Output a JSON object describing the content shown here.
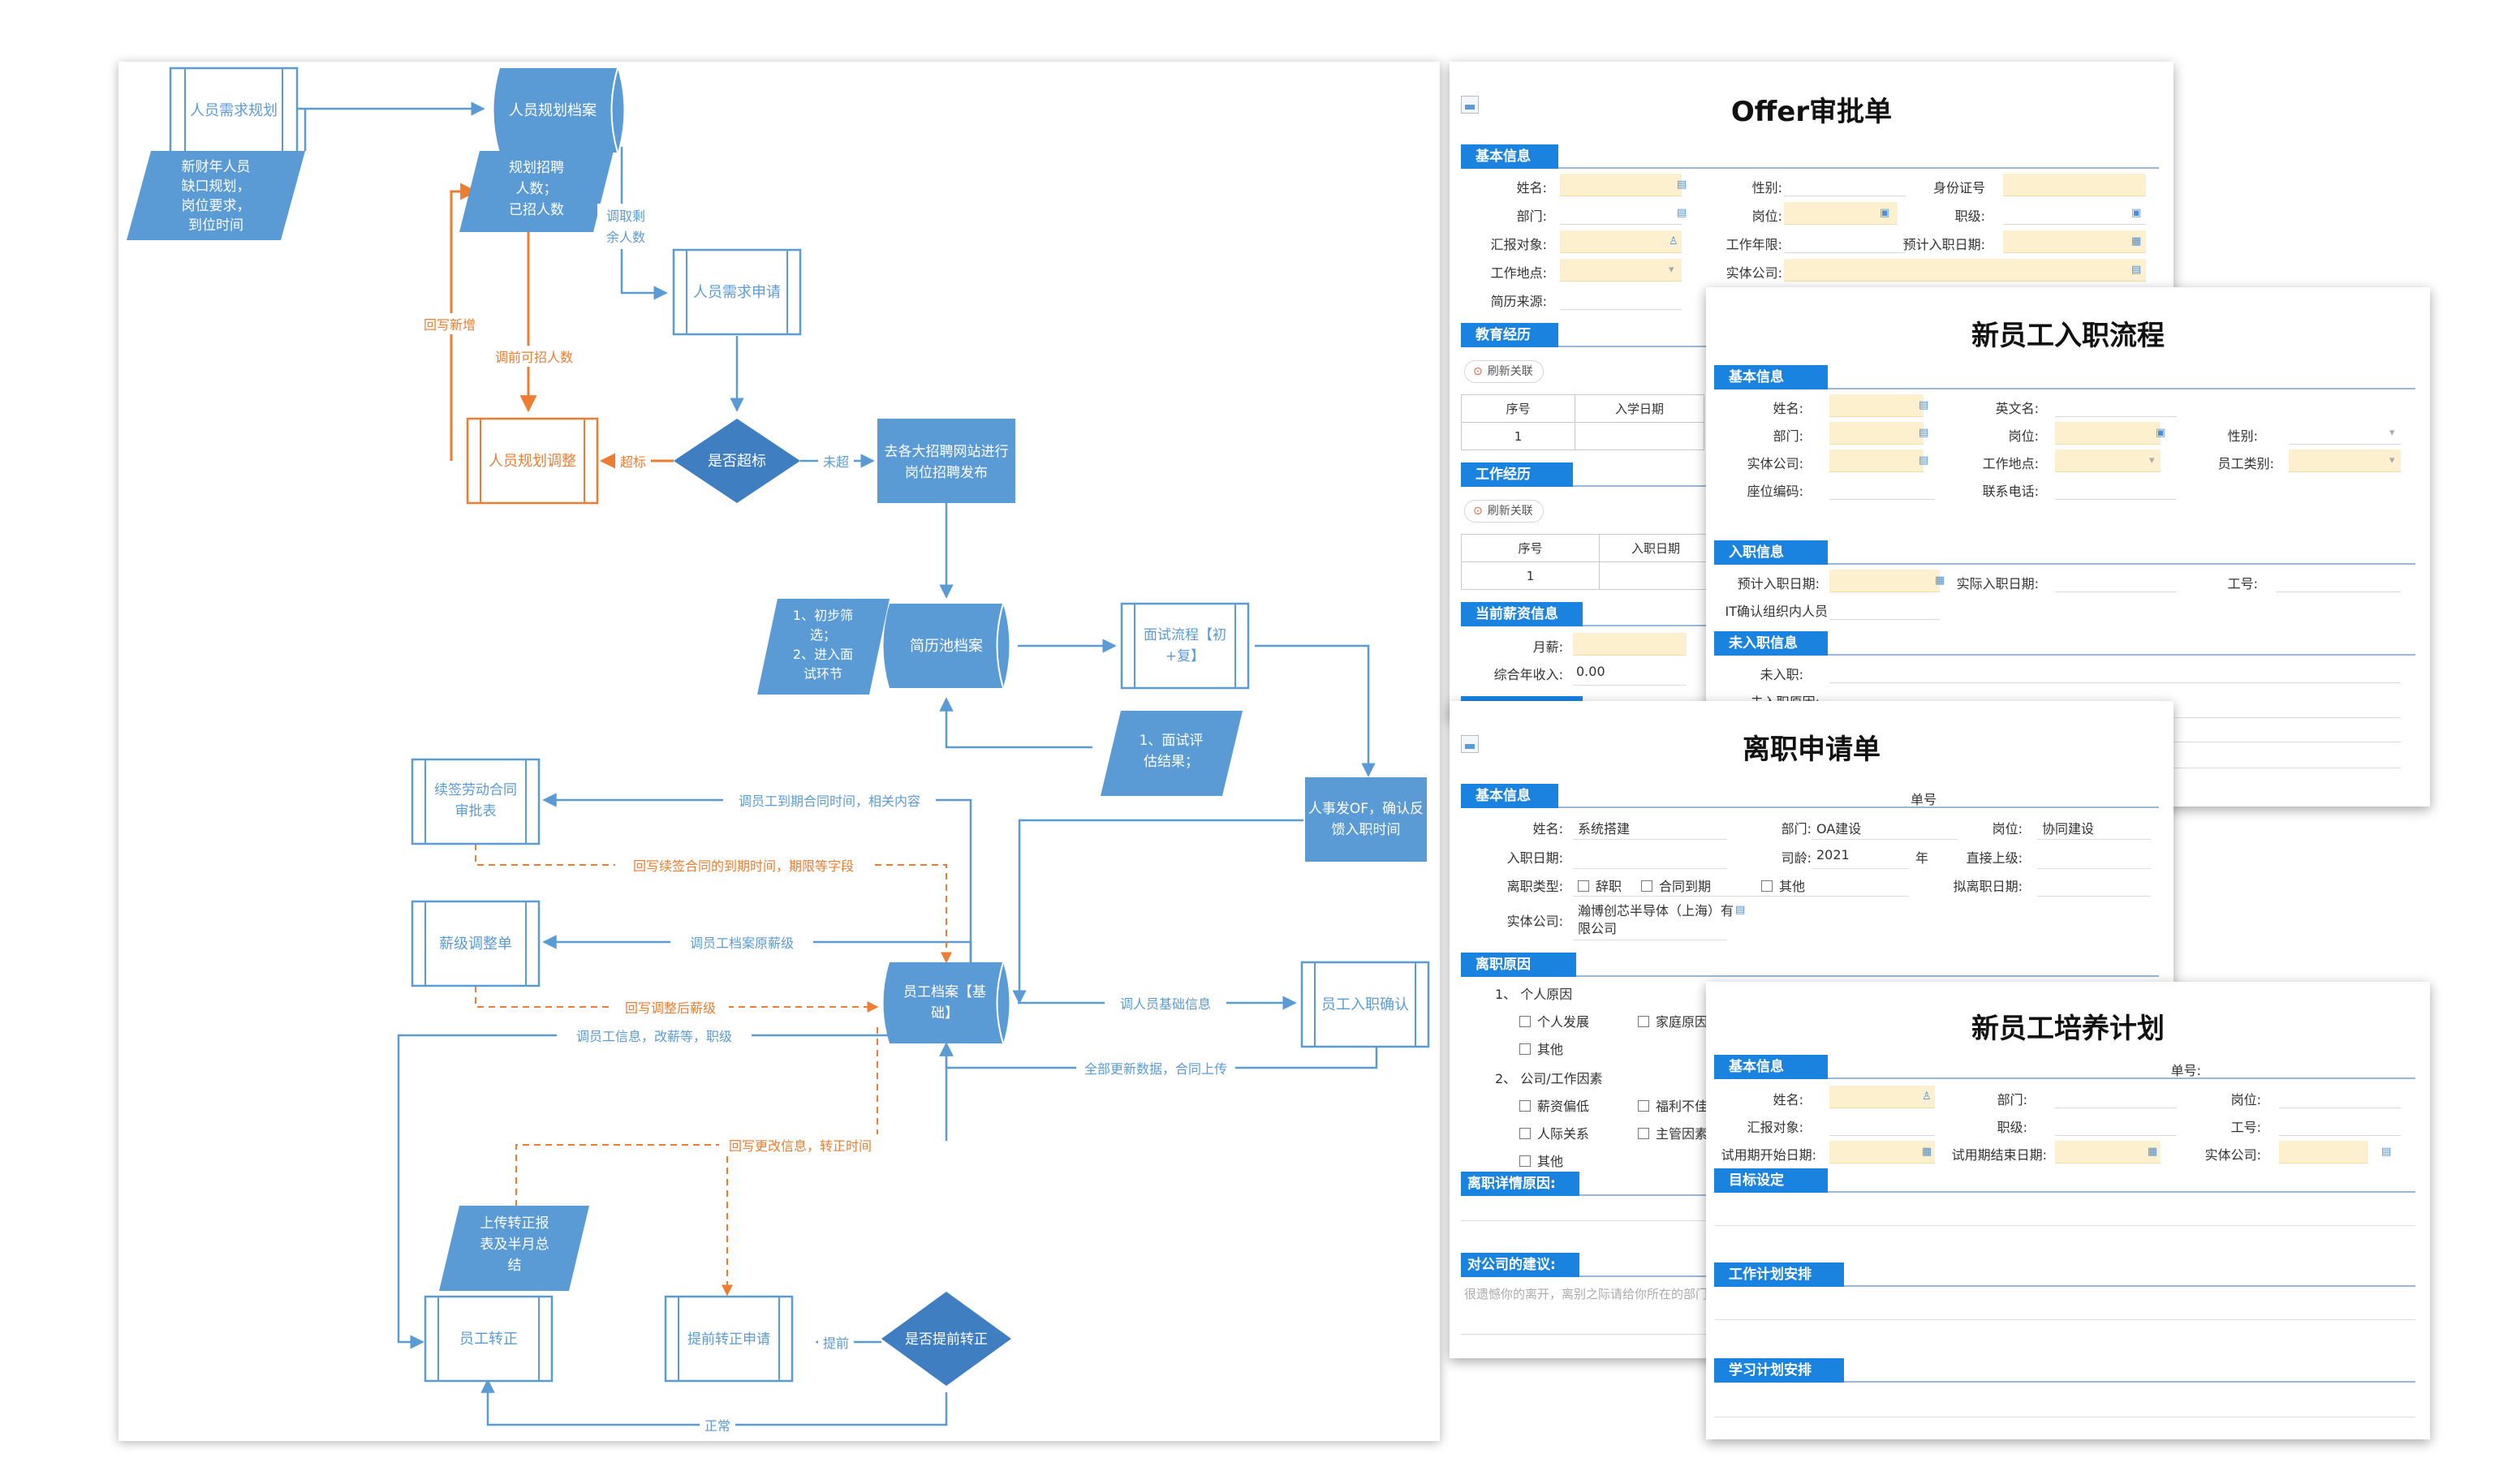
{
  "flow": {
    "nodes": {
      "n1": "人员需求规划",
      "n2": "人员规划档案",
      "n3": "新财年人员\n缺口规划，\n岗位要求，\n到位时间",
      "n4": "规划招聘\n人数；\n已招人数",
      "n5": "人员需求申请",
      "n6": "人员规划调整",
      "n7": "是否超标",
      "n8": "去各大招聘网站进行\n岗位招聘发布",
      "n9": "1、初步筛\n选；\n2、进入面\n试环节",
      "n10": "简历池档案",
      "n11": "面试流程【初\n+复】",
      "n12": "1、面试评\n估结果；",
      "n13": "人事发OF，确认反\n馈入职时间",
      "n14": "续签劳动合同\n审批表",
      "n15": "薪级调整单",
      "n16": "员工档案【基\n础】",
      "n17": "员工入职确认",
      "n18": "上传转正报\n表及半月总\n结",
      "n19": "员工转正",
      "n20": "提前转正申请",
      "n21": "是否提前转正"
    },
    "edges": {
      "e1": "调取剩\n余人数",
      "e2": "回写新增",
      "e3": "调前可招人数",
      "e4": "超标",
      "e5": "未超",
      "e6": "调员工到期合同时间，相关内容",
      "e7": "回写续签合同的到期时间，期限等字段",
      "e8": "调员工档案原薪级",
      "e9": "回写调整后薪级",
      "e10": "调员工信息，改薪等，职级",
      "e11": "调人员基础信息",
      "e12": "全部更新数据，合同上传",
      "e13": "回写更改信息，转正时间",
      "e14": "提前",
      "e15": "正常"
    }
  },
  "offer": {
    "title": "Offer审批单",
    "s_basic": "基本信息",
    "f_name": "姓名:",
    "f_gender": "性别:",
    "f_id": "身份证号",
    "f_dept": "部门:",
    "f_post": "岗位:",
    "f_level": "职级:",
    "f_report": "汇报对象:",
    "f_years": "工作年限:",
    "f_expdate": "预计入职日期:",
    "f_place": "工作地点:",
    "f_company": "实体公司:",
    "f_source": "简历来源:",
    "s_edu": "教育经历",
    "refresh1": "刷新关联",
    "t1_h1": "序号",
    "t1_h2": "入学日期",
    "t1_r1": "1",
    "s_work": "工作经历",
    "refresh2": "刷新关联",
    "t2_h1": "序号",
    "t2_h2": "入职日期",
    "t2_r1": "1",
    "s_salary": "当前薪资信息",
    "f_month": "月薪:",
    "f_annual": "综合年收入:",
    "v_annual": "0.00"
  },
  "onboard": {
    "title": "新员工入职流程",
    "s_basic": "基本信息",
    "f_name": "姓名:",
    "f_en": "英文名:",
    "f_dept": "部门:",
    "f_post": "岗位:",
    "f_gender": "性别:",
    "f_company": "实体公司:",
    "f_place": "工作地点:",
    "f_type": "员工类别:",
    "f_seat": "座位编码:",
    "f_phone": "联系电话:",
    "s_entry": "入职信息",
    "f_expdate": "预计入职日期:",
    "f_realdate": "实际入职日期:",
    "f_no": "工号:",
    "f_it": "IT确认组织内人员",
    "s_notin": "未入职信息",
    "f_notin": "未入职:",
    "f_reason": "未入职原因:"
  },
  "resign": {
    "title": "离职申请单",
    "s_basic": "基本信息",
    "f_no": "单号",
    "f_name": "姓名:",
    "v_name": "系统搭建",
    "f_dept": "部门:",
    "v_dept": "OA建设",
    "f_post": "岗位:",
    "v_post": "协同建设",
    "f_entry": "入职日期:",
    "f_seniority": "司龄:",
    "v_seniority": "2021",
    "u_year": "年",
    "f_superior": "直接上级:",
    "f_type": "离职类型:",
    "c1": "辞职",
    "c2": "合同到期",
    "c3": "其他",
    "f_planned": "拟离职日期:",
    "f_company": "实体公司:",
    "v_company": "瀚博创芯半导体（上海）有\n限公司",
    "s_reason": "离职原因",
    "r1": "1、  个人原因",
    "r1a": "个人发展",
    "r1b": "家庭原因",
    "r1c": "其他",
    "r2": "2、  公司/工作因素",
    "r2a": "薪资偏低",
    "r2b": "福利不佳",
    "r2c": "人际关系",
    "r2d": "主管因素",
    "r2e": "其他",
    "s_detail": "离职详情原因:",
    "s_advice": "对公司的建议:",
    "hint": "很遗憾你的离开，离别之际请给你所在的部门"
  },
  "training": {
    "title": "新员工培养计划",
    "s_basic": "基本信息",
    "f_no": "单号:",
    "f_name": "姓名:",
    "f_dept": "部门:",
    "f_post": "岗位:",
    "f_report": "汇报对象:",
    "f_level": "职级:",
    "f_staffno": "工号:",
    "f_start": "试用期开始日期:",
    "f_end": "试用期结束日期:",
    "f_company": "实体公司:",
    "s_goal": "目标设定",
    "s_work": "工作计划安排",
    "s_study": "学习计划安排"
  },
  "colors": {
    "node_blue": "#5b9bd5",
    "node_orange": "#ed7d31",
    "section_blue": "#1a83e0",
    "required_field": "#fdf0cf"
  }
}
